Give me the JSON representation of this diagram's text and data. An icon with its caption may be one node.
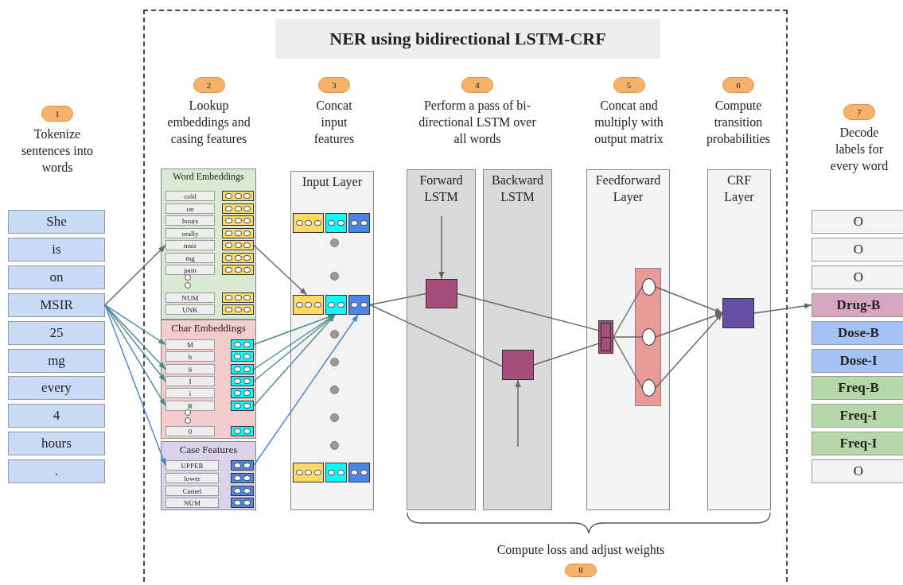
{
  "diagram": {
    "nodes": [
      {
        "text": [
          "1"
        ],
        "beside": [
          "Tokenize sentences into words"
        ]
      },
      {
        "text": [
          "She"
        ]
      },
      {
        "text": [
          "is"
        ]
      },
      {
        "text": [
          "on"
        ]
      },
      {
        "text": [
          "MSIR"
        ]
      },
      {
        "text": [
          "25"
        ]
      },
      {
        "text": [
          "mg"
        ]
      },
      {
        "text": [
          "every"
        ]
      },
      {
        "text": [
          "4"
        ]
      },
      {
        "text": [
          "hours"
        ]
      },
      {
        "text": [
          "."
        ]
      },
      {
        "text": [
          "NER using bidirectional LSTM-CRF"
        ]
      },
      {
        "text": [
          "2"
        ],
        "beside": [
          "Lookup embeddings and casing features"
        ],
        "in": 11
      },
      {
        "text": [
          "3"
        ],
        "beside": [
          "Concat input features"
        ],
        "in": 11
      },
      {
        "text": [
          "4"
        ],
        "beside": [
          "Perform a pass of bi-directional LSTM over all words"
        ],
        "in": 11
      },
      {
        "text": [
          "5"
        ],
        "beside": [
          "Concat and multiply with output matrix"
        ],
        "in": 11
      },
      {
        "text": [
          "6"
        ],
        "beside": [
          "Compute transition probabilities"
        ],
        "in": 11
      },
      {
        "text": [
          "Word Embeddings"
        ],
        "in": 11
      },
      {
        "text": [
          "cold"
        ],
        "in": 17
      },
      {
        "text": [],
        "shape": "box",
        "in": 17
      },
      {
        "text": [
          "on"
        ],
        "in": 17
      },
      {
        "text": [],
        "shape": "box",
        "in": 17
      },
      {
        "text": [
          "hours"
        ],
        "in": 17
      },
      {
        "text": [],
        "shape": "box",
        "in": 17
      },
      {
        "text": [
          "orally"
        ],
        "in": 17
      },
      {
        "text": [],
        "shape": "box",
        "in": 17
      },
      {
        "text": [
          "msir"
        ],
        "in": 17
      },
      {
        "text": [],
        "shape": "box",
        "in": 17
      },
      {
        "text": [
          "mg"
        ],
        "in": 17
      },
      {
        "text": [],
        "shape": "box",
        "in": 17
      },
      {
        "text": [
          "pain"
        ],
        "in": 17
      },
      {
        "text": [],
        "shape": "box",
        "in": 17
      },
      {
        "text": [
          "NUM"
        ],
        "in": 17
      },
      {
        "text": [],
        "shape": "box",
        "in": 17
      },
      {
        "text": [
          "UNK"
        ],
        "in": 17
      },
      {
        "text": [],
        "shape": "box",
        "in": 17
      },
      {
        "text": [
          "Char Embeddings"
        ],
        "in": 11
      },
      {
        "text": [
          "M"
        ],
        "in": 36
      },
      {
        "text": [],
        "shape": "box",
        "in": 36
      },
      {
        "text": [
          "b"
        ],
        "in": 36
      },
      {
        "text": [],
        "shape": "box",
        "in": 36
      },
      {
        "text": [
          "S"
        ],
        "in": 36
      },
      {
        "text": [],
        "shape": "box",
        "in": 36
      },
      {
        "text": [
          "I"
        ],
        "in": 36
      },
      {
        "text": [],
        "shape": "box",
        "in": 36
      },
      {
        "text": [
          "i"
        ],
        "in": 36
      },
      {
        "text": [],
        "shape": "box",
        "in": 36
      },
      {
        "text": [
          "R"
        ],
        "in": 36
      },
      {
        "text": [],
        "shape": "box",
        "in": 36
      },
      {
        "text": [
          "0"
        ],
        "in": 36
      },
      {
        "text": [],
        "shape": "box",
        "in": 36
      },
      {
        "text": [
          "Case Features"
        ],
        "in": 11
      },
      {
        "text": [
          "UPPER"
        ],
        "in": 51
      },
      {
        "text": [],
        "shape": "box",
        "in": 51
      },
      {
        "text": [
          "lower"
        ],
        "in": 51
      },
      {
        "text": [],
        "shape": "box",
        "in": 51
      },
      {
        "text": [
          "Camel"
        ],
        "in": 51
      },
      {
        "text": [],
        "shape": "box",
        "in": 51
      },
      {
        "text": [
          "NUM"
        ],
        "in": 51
      },
      {
        "text": [],
        "shape": "box",
        "in": 51
      },
      {
        "text": [
          "Input Layer"
        ],
        "in": 11
      },
      {
        "text": [],
        "shape": "box",
        "in": 60
      },
      {
        "text": [],
        "shape": "box",
        "in": 60
      },
      {
        "text": [],
        "shape": "box",
        "in": 60
      },
      {
        "text": [],
        "shape": "box",
        "in": 60
      },
      {
        "text": [],
        "shape": "box",
        "in": 60
      },
      {
        "text": [],
        "shape": "box",
        "in": 60
      },
      {
        "text": [],
        "shape": "box",
        "in": 60
      },
      {
        "text": [],
        "shape": "box",
        "in": 60
      },
      {
        "text": [],
        "shape": "box",
        "in": 60
      },
      {
        "text": [
          "Forward LSTM"
        ],
        "in": 11
      },
      {
        "text": [],
        "shape": "box",
        "in": 70
      },
      {
        "text": [
          "Backward LSTM"
        ],
        "in": 11
      },
      {
        "text": [],
        "shape": "box",
        "in": 72
      },
      {
        "text": [
          "Feedforward Layer"
        ],
        "in": 11
      },
      {
        "text": [],
        "shape": "box",
        "in": 74
      },
      {
        "text": [],
        "shape": "bar",
        "in": 74
      },
      {
        "text": [],
        "shape": "circle",
        "in": 76
      },
      {
        "text": [],
        "shape": "circle",
        "in": 76
      },
      {
        "text": [],
        "shape": "circle",
        "in": 76
      },
      {
        "text": [
          "CRF Layer"
        ],
        "in": 11
      },
      {
        "text": [],
        "shape": "box",
        "in": 80
      },
      {
        "text": [
          "8"
        ],
        "beside": [
          "Compute loss and adjust weights"
        ],
        "in": 11
      },
      {
        "text": [
          "7"
        ],
        "beside": [
          "Decode labels for every word"
        ]
      },
      {
        "text": [
          "O"
        ]
      },
      {
        "text": [
          "O"
        ]
      },
      {
        "text": [
          "O"
        ]
      },
      {
        "text": [
          "Drug-B"
        ]
      },
      {
        "text": [
          "Dose-B"
        ]
      },
      {
        "text": [
          "Dose-I"
        ]
      },
      {
        "text": [
          "Freq-B"
        ]
      },
      {
        "text": [
          "Freq-I"
        ]
      },
      {
        "text": [
          "Freq-I"
        ]
      },
      {
        "text": [
          "O"
        ]
      }
    ],
    "edges": [
      {
        "from": 4,
        "to": 26,
        "arrow": "to"
      },
      {
        "from": 4,
        "to": 37,
        "arrow": "to",
        "color": "#4a8a8a"
      },
      {
        "from": 4,
        "to": 41,
        "arrow": "to",
        "color": "#4a8a8a"
      },
      {
        "from": 4,
        "to": 43,
        "arrow": "to",
        "color": "#4a8a8a"
      },
      {
        "from": 4,
        "to": 47,
        "arrow": "to",
        "color": "#4a8a8a"
      },
      {
        "from": 4,
        "to": 52,
        "arrow": "to",
        "color": "#4a7fe0"
      },
      {
        "from": 27,
        "to": 64,
        "arrow": "to"
      },
      {
        "from": 38,
        "to": 65,
        "arrow": "to",
        "color": "#4a8a8a"
      },
      {
        "from": 42,
        "to": 65,
        "arrow": "to",
        "color": "#4a8a8a"
      },
      {
        "from": 44,
        "to": 65,
        "arrow": "to",
        "color": "#4a8a8a"
      },
      {
        "from": 48,
        "to": 65,
        "arrow": "to",
        "color": "#4a8a8a"
      },
      {
        "from": 53,
        "to": 66,
        "arrow": "to",
        "color": "#4a7fe0"
      },
      {
        "from": 66,
        "to": 71,
        "arrow": "none"
      },
      {
        "from": 66,
        "to": 73,
        "arrow": "none"
      },
      {
        "from": null,
        "to": 71,
        "arrow": "to"
      },
      {
        "from": null,
        "to": 73,
        "arrow": "to"
      },
      {
        "from": 71,
        "to": 75,
        "arrow": "none"
      },
      {
        "from": 73,
        "to": 75,
        "arrow": "none"
      },
      {
        "from": 75,
        "to": 77,
        "arrow": "none"
      },
      {
        "from": 75,
        "to": 78,
        "arrow": "none"
      },
      {
        "from": 75,
        "to": 79,
        "arrow": "none"
      },
      {
        "from": 77,
        "to": 81,
        "arrow": "to"
      },
      {
        "from": 78,
        "to": 81,
        "arrow": "to"
      },
      {
        "from": 79,
        "to": 81,
        "arrow": "to"
      },
      {
        "from": 81,
        "to": 87,
        "arrow": "to"
      }
    ]
  }
}
